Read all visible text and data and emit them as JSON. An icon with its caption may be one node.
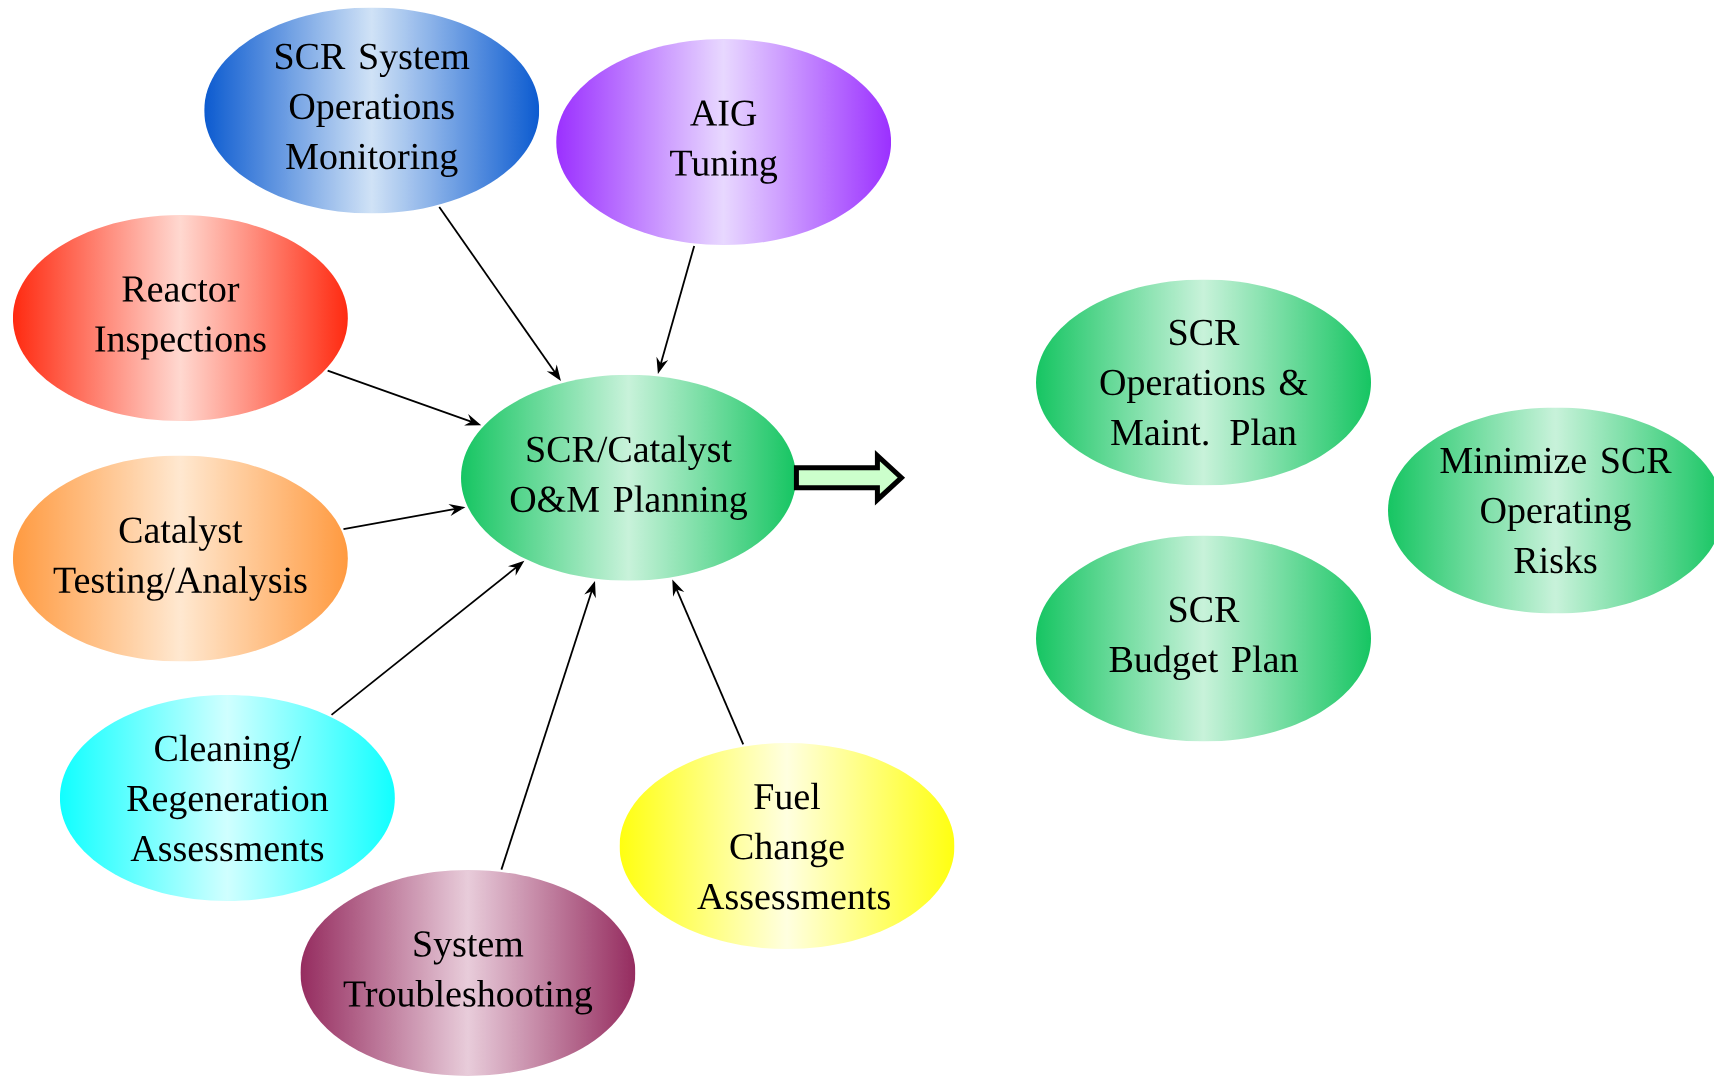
{
  "diagram": {
    "nodes": [
      {
        "text": [
          "SCR System Operations Monitoring"
        ]
      },
      {
        "text": [
          "AIG Tuning"
        ]
      },
      {
        "text": [
          "Reactor Inspections"
        ]
      },
      {
        "text": [
          "Catalyst Testing/Analysis"
        ]
      },
      {
        "text": [
          "SCR/Catalyst O&M Planning"
        ]
      },
      {
        "text": [
          "Cleaning/ Regeneration Assessments"
        ]
      },
      {
        "text": [
          "Fuel Change Assessments"
        ]
      },
      {
        "text": [
          "System Troubleshooting"
        ]
      },
      {
        "text": [
          "SCR Operations & Maint. Plan"
        ]
      },
      {
        "text": [
          "SCR Budget Plan"
        ]
      },
      {
        "text": [
          "Minimize SCR Operating Risks"
        ]
      }
    ],
    "edges": [
      {
        "from": 0,
        "to": 4,
        "arrow": "to"
      },
      {
        "from": 1,
        "to": 4,
        "arrow": "to"
      },
      {
        "from": 2,
        "to": 4,
        "arrow": "to"
      },
      {
        "from": 3,
        "to": 4,
        "arrow": "to"
      },
      {
        "from": 5,
        "to": 4,
        "arrow": "to"
      },
      {
        "from": 7,
        "to": 4,
        "arrow": "to"
      },
      {
        "from": 6,
        "to": 4,
        "arrow": "to"
      },
      {
        "from": 4,
        "to": null,
        "arrow": "to",
        "style": "thick"
      }
    ]
  }
}
